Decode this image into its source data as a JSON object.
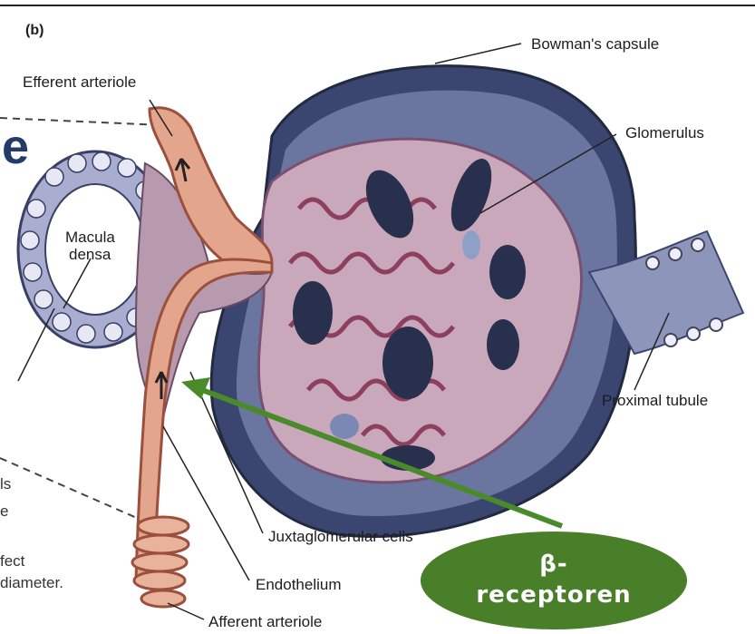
{
  "figure": {
    "panel": "(b)",
    "labels": {
      "bowmans_capsule": "Bowman's capsule",
      "efferent_arteriole": "Efferent arteriole",
      "glomerulus": "Glomerulus",
      "macula_densa_1": "Macula",
      "macula_densa_2": "densa",
      "proximal_tubule": "Proximal tubule",
      "juxtaglomerular_cells": "Juxtaglomerular cells",
      "endothelium": "Endothelium",
      "afferent_arteriole": "Afferent arteriole"
    },
    "fragments": {
      "e": "e",
      "ls": "ls",
      "e2": "e",
      "fect": "fect",
      "diameter": "diameter."
    },
    "badge": {
      "line1": "β-",
      "line2": "receptoren"
    },
    "colors": {
      "arrow": "#4a8a2a",
      "badge": "#4a7f2a",
      "capsule": "#2f3a5e",
      "vessel": "#e3a58c",
      "tissue": "#b79aae"
    }
  }
}
